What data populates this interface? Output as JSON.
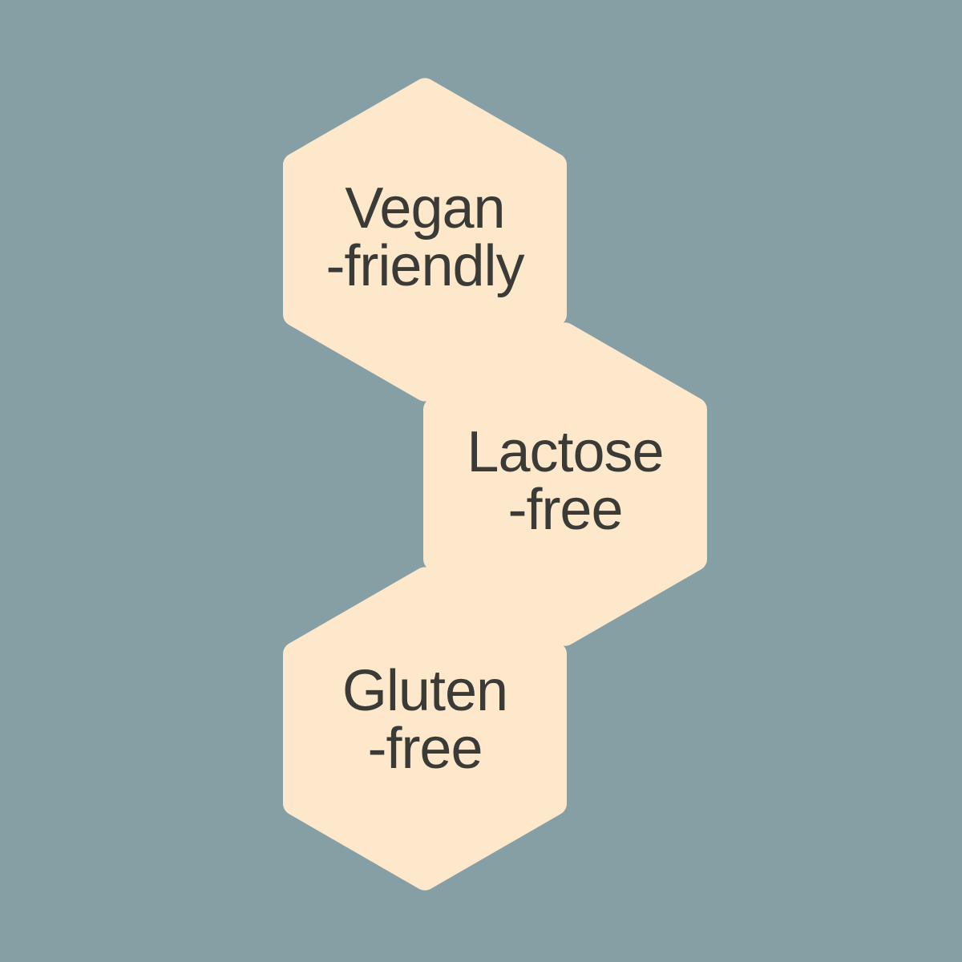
{
  "colors": {
    "background": "#869FA4",
    "hexagon": "#FDE8CC",
    "text": "#3A3A36"
  },
  "badges": [
    {
      "line1": "Vegan",
      "line2": "-friendly"
    },
    {
      "line1": "Lactose",
      "line2": "-free"
    },
    {
      "line1": "Gluten",
      "line2": "-free"
    }
  ]
}
